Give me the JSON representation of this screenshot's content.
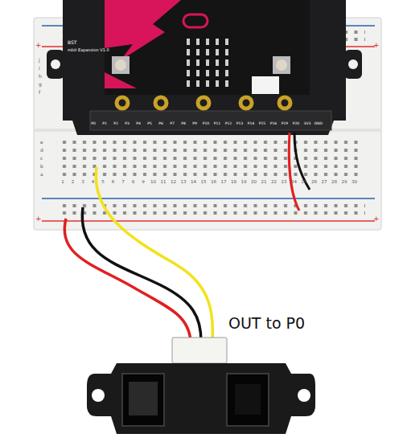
{
  "diagram": {
    "labels": [
      "OUT to P0",
      "BST",
      "mbit Expansion V1.0",
      "P0",
      "P1",
      "P2",
      "P3",
      "P4",
      "P5",
      "P6",
      "P7",
      "P8",
      "P9",
      "P10",
      "P11",
      "P12",
      "P13",
      "P14",
      "P15",
      "P16",
      "P19",
      "P20",
      "3V3",
      "GND",
      "1",
      "2",
      "3",
      "4",
      "5",
      "6",
      "7",
      "8",
      "9",
      "10",
      "11",
      "12",
      "13",
      "14",
      "15",
      "16",
      "17",
      "18",
      "19",
      "20",
      "21",
      "22",
      "23",
      "24",
      "25",
      "26",
      "27",
      "28",
      "29",
      "30",
      "a",
      "b",
      "c",
      "d",
      "e",
      "f",
      "g",
      "h",
      "i",
      "j",
      "+",
      "+",
      "+",
      "+"
    ]
  }
}
